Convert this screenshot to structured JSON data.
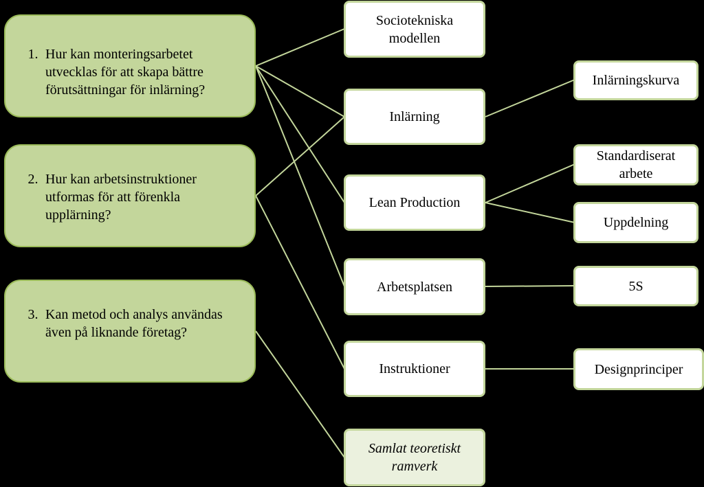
{
  "questions": [
    {
      "num": "1.",
      "text": "Hur kan monteringsarbetet utvecklas för att skapa bättre förutsättningar för inlärning?"
    },
    {
      "num": "2.",
      "text": "Hur kan arbetsinstruktioner utformas för att förenkla upplärning?"
    },
    {
      "num": "3.",
      "text": "Kan metod och analys användas  även på liknande företag?"
    }
  ],
  "topics": {
    "sociotekniska": "Sociotekniska modellen",
    "inlarning": "Inlärning",
    "lean": "Lean Production",
    "arbetsplatsen": "Arbetsplatsen",
    "instruktioner": "Instruktioner",
    "ramverk": "Samlat teoretiskt ramverk"
  },
  "subtopics": {
    "inlarningskurva": "Inlärningskurva",
    "standardiserat": "Standardiserat arbete",
    "uppdelning": "Uppdelning",
    "fem_s": "5S",
    "designprinciper": "Designprinciper"
  },
  "colors": {
    "background": "#000000",
    "question_fill": "#c3d69b",
    "question_border": "#9bbb59",
    "box_border": "#c3d69b",
    "final_fill": "#ebf1de",
    "connector": "#c3d69b"
  }
}
